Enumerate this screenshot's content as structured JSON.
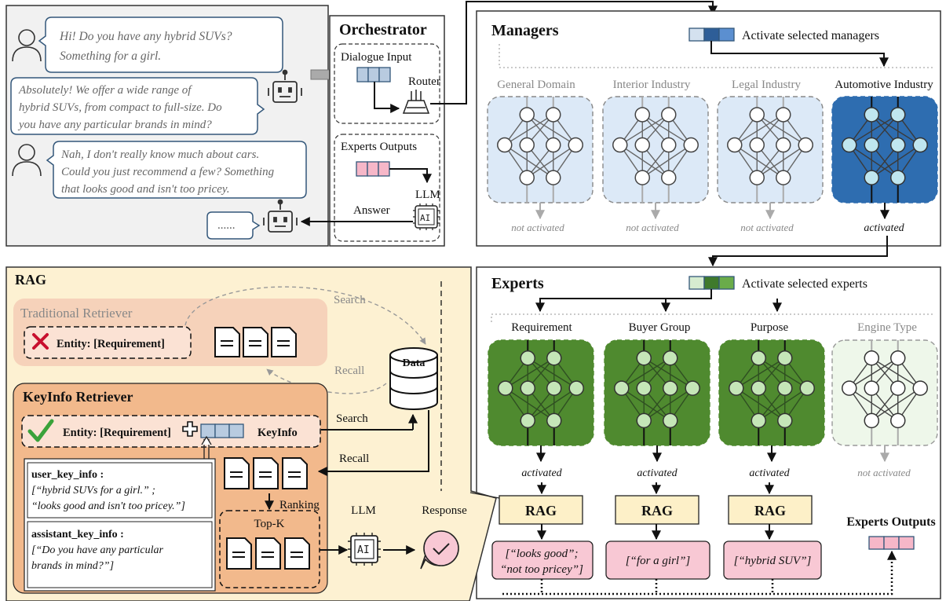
{
  "chat": {
    "user_msg_1_line1": "Hi! Do you have any hybrid SUVs?",
    "user_msg_1_line2": "Something for a girl.",
    "bot_msg_line1": "Absolutely! We offer a wide range of",
    "bot_msg_line2": "hybrid SUVs, from compact to full-size. Do",
    "bot_msg_line3": "you have any particular brands in mind?",
    "user_msg_2_line1": "Nah, I don't really know much about cars.",
    "user_msg_2_line2": "Could you just recommend a few? Something",
    "user_msg_2_line3": "that looks good and isn't too pricey.",
    "pending_reply": "......"
  },
  "orchestrator": {
    "title": "Orchestrator",
    "dialogue_input": "Dialogue Input",
    "router": "Router",
    "experts_outputs": "Experts Outputs",
    "llm": "LLM",
    "ai_chip": "AI",
    "answer": "Answer"
  },
  "managers": {
    "title": "Managers",
    "activate_label": "Activate selected managers",
    "items": [
      {
        "name": "General Domain",
        "status": "not activated",
        "active": false
      },
      {
        "name": "Interior Industry",
        "status": "not activated",
        "active": false
      },
      {
        "name": "Legal Industry",
        "status": "not activated",
        "active": false
      },
      {
        "name": "Automotive Industry",
        "status": "activated",
        "active": true
      }
    ]
  },
  "experts": {
    "title": "Experts",
    "activate_label": "Activate selected experts",
    "items": [
      {
        "name": "Requirement",
        "status": "activated",
        "active": true,
        "rag": "RAG",
        "output_line1": "[“looks good”;",
        "output_line2": "“not too pricey”]"
      },
      {
        "name": "Buyer Group",
        "status": "activated",
        "active": true,
        "rag": "RAG",
        "output_line1": "[“for a girl”]",
        "output_line2": ""
      },
      {
        "name": "Purpose",
        "status": "activated",
        "active": true,
        "rag": "RAG",
        "output_line1": "[“hybrid SUV”]",
        "output_line2": ""
      },
      {
        "name": "Engine Type",
        "status": "not activated",
        "active": false
      }
    ],
    "outputs_label": "Experts Outputs"
  },
  "rag": {
    "title": "RAG",
    "traditional_title": "Traditional Retriever",
    "traditional_entity": "Entity: [Requirement]",
    "search": "Search",
    "recall": "Recall",
    "data": "Data",
    "keyinfo_title": "KeyInfo Retriever",
    "keyinfo_entity": "Entity: [Requirement]",
    "keyinfo_label": "KeyInfo",
    "search2": "Search",
    "recall2": "Recall",
    "user_key_info_label": "user_key_info :",
    "user_key_info_line1": "[“hybrid SUVs for a girl.” ;",
    "user_key_info_line2": "“looks good and isn't too pricey.”]",
    "assistant_key_info_label": "assistant_key_info :",
    "assistant_key_info_line1": "[“Do you have any particular",
    "assistant_key_info_line2": "brands in mind?”]",
    "ranking": "Ranking",
    "topk": "Top-K",
    "llm": "LLM",
    "ai_chip": "AI",
    "response": "Response"
  },
  "colors": {
    "manager_active": "#2e6db0",
    "manager_inactive_bg": "#dce9f7",
    "expert_active": "#4f8a2f",
    "expert_node": "#c5e6b8",
    "rag_panel": "#fdf1d2",
    "keyinfo_panel": "#f2b98c",
    "traditional_panel": "#f5cdb6",
    "output_pink": "#f8c8d4",
    "rag_box": "#fdf0c8"
  }
}
